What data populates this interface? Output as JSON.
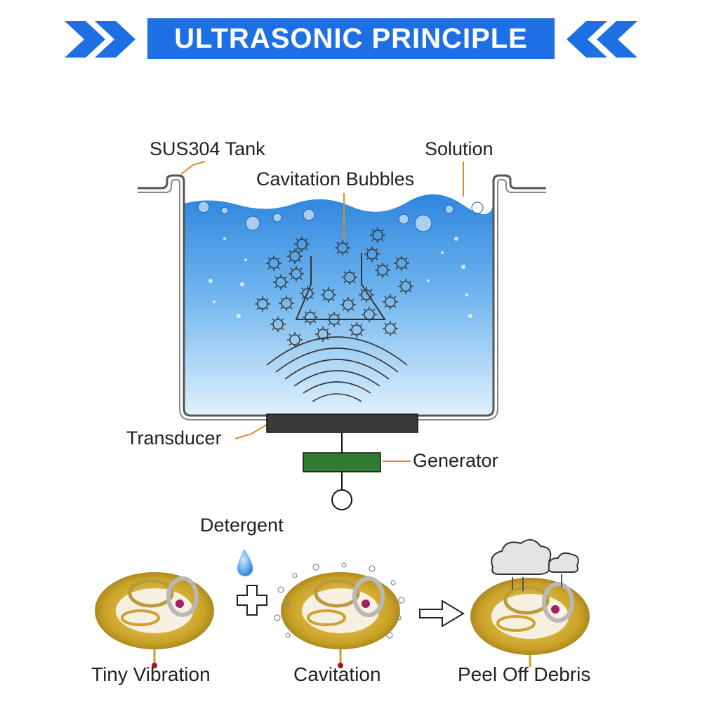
{
  "title": "ULTRASONIC PRINCIPLE",
  "labels": {
    "tank": "SUS304 Tank",
    "solution": "Solution",
    "bubbles": "Cavitation Bubbles",
    "transducer": "Transducer",
    "generator": "Generator",
    "detergent": "Detergent"
  },
  "steps": {
    "step1": "Tiny Vibration",
    "step2": "Cavitation",
    "step3": "Peel Off Debris"
  },
  "colors": {
    "banner": "#1e6fe3",
    "water_top": "#3a8fe0",
    "water_bottom": "#d6ecfb",
    "leader": "#d98a2b",
    "transducer": "#3a3a3a",
    "generator": "#2e7d32",
    "gold": "#c9a227"
  }
}
